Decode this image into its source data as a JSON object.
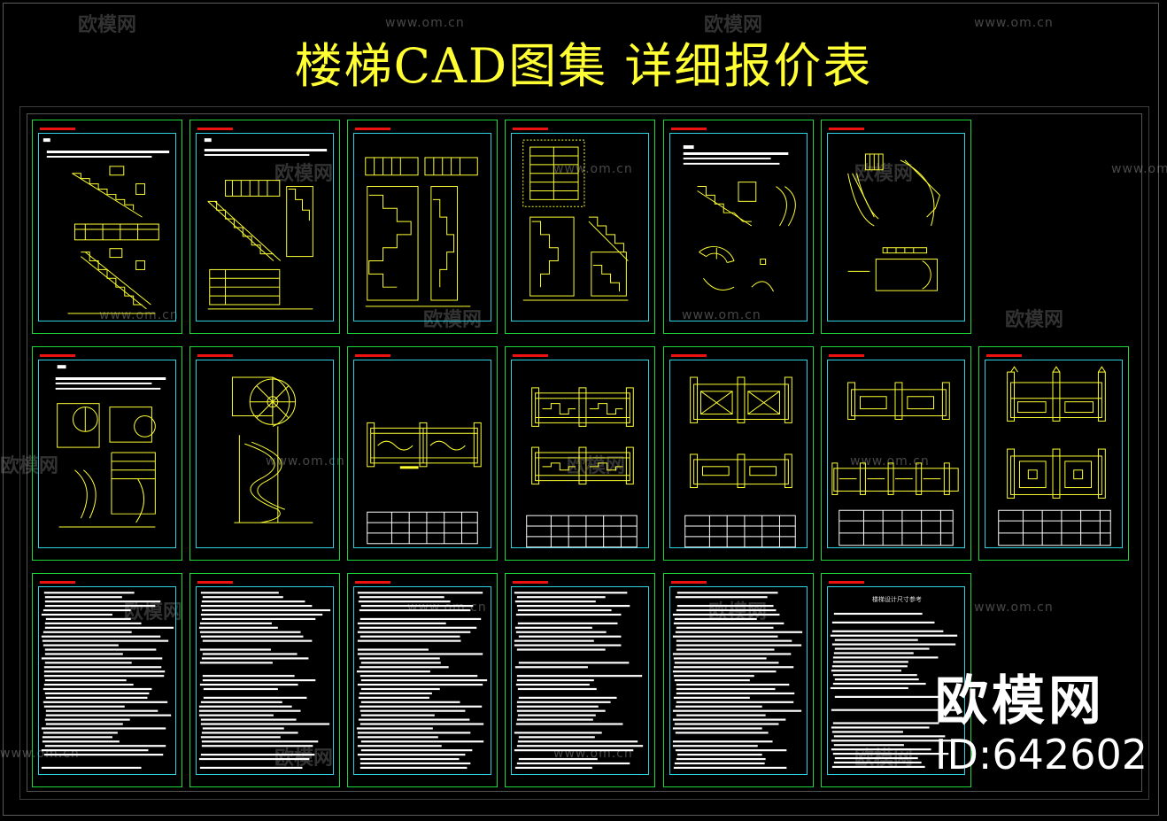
{
  "title": "楼梯CAD图集  详细报价表",
  "watermark": {
    "brand": "欧模网",
    "url": "www.om.cn"
  },
  "logo": {
    "brand": "欧模网",
    "id": "ID:642602"
  },
  "sheet7": {
    "heading": "楼梯设计尺寸参考"
  },
  "colors": {
    "title": "#ffff33",
    "drawing": "#ffff33",
    "sheet_border": "#1fd63a",
    "inner_border": "#2ed1e0",
    "marker": "#e11111"
  }
}
